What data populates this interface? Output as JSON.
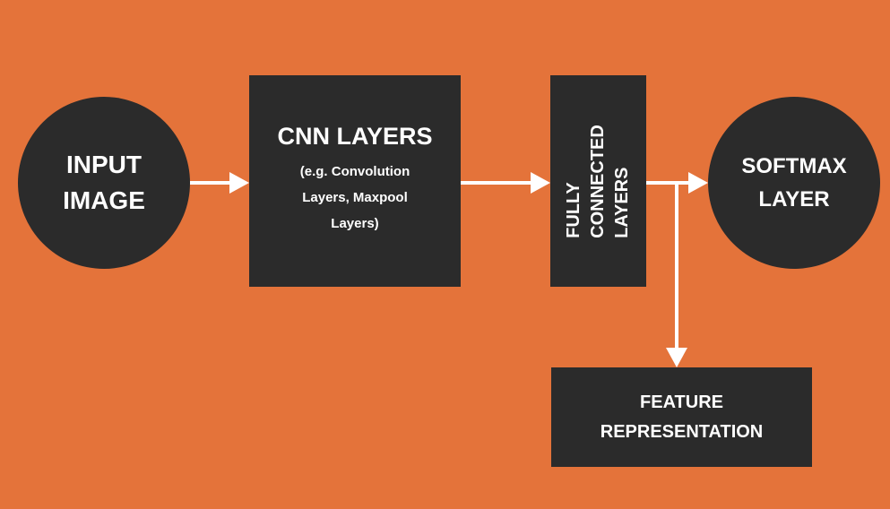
{
  "colors": {
    "background": "#E4733A",
    "box": "#2B2B2B",
    "text": "#FFFFFF",
    "arrow": "#FFFFFF"
  },
  "nodes": {
    "input": {
      "lines": [
        "INPUT",
        "IMAGE"
      ]
    },
    "cnn": {
      "title": "CNN LAYERS",
      "subtitle": [
        "(e.g. Convolution",
        "Layers, Maxpool",
        "Layers)"
      ]
    },
    "fully_connected": {
      "lines": [
        "FULLY",
        "CONNECTED",
        "LAYERS"
      ]
    },
    "softmax": {
      "lines": [
        "SOFTMAX",
        "LAYER"
      ]
    },
    "feature": {
      "lines": [
        "FEATURE",
        "REPRESENTATION"
      ]
    }
  }
}
